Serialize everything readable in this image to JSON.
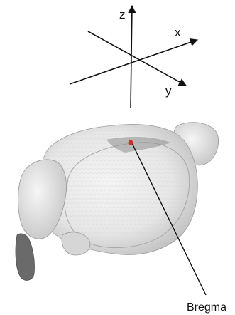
{
  "axes": {
    "z_label": "z",
    "x_label": "x",
    "y_label": "y"
  },
  "annotation": {
    "label": "Bregma",
    "marker_color": "#d42a2a"
  },
  "colors": {
    "line": "#111111",
    "brain_light": "#f2f2f2",
    "brain_mid": "#c9c9c9",
    "brain_dark": "#6e6e6e"
  }
}
